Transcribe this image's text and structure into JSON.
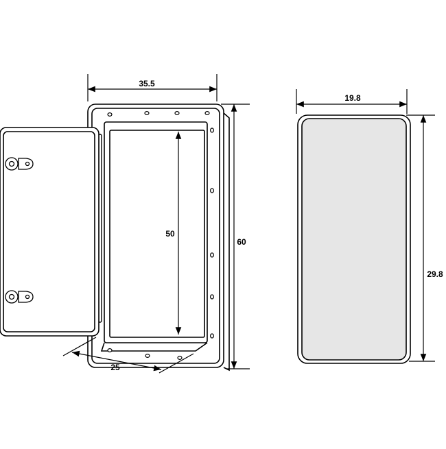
{
  "dimensions": {
    "frame_width": "35.5",
    "frame_height": "60",
    "opening_height": "50",
    "door_depth": "25",
    "panel_width": "19.8",
    "panel_height": "29.8"
  },
  "colors": {
    "stroke": "#000000",
    "panel_fill": "#e6e6e6",
    "background": "#ffffff"
  }
}
